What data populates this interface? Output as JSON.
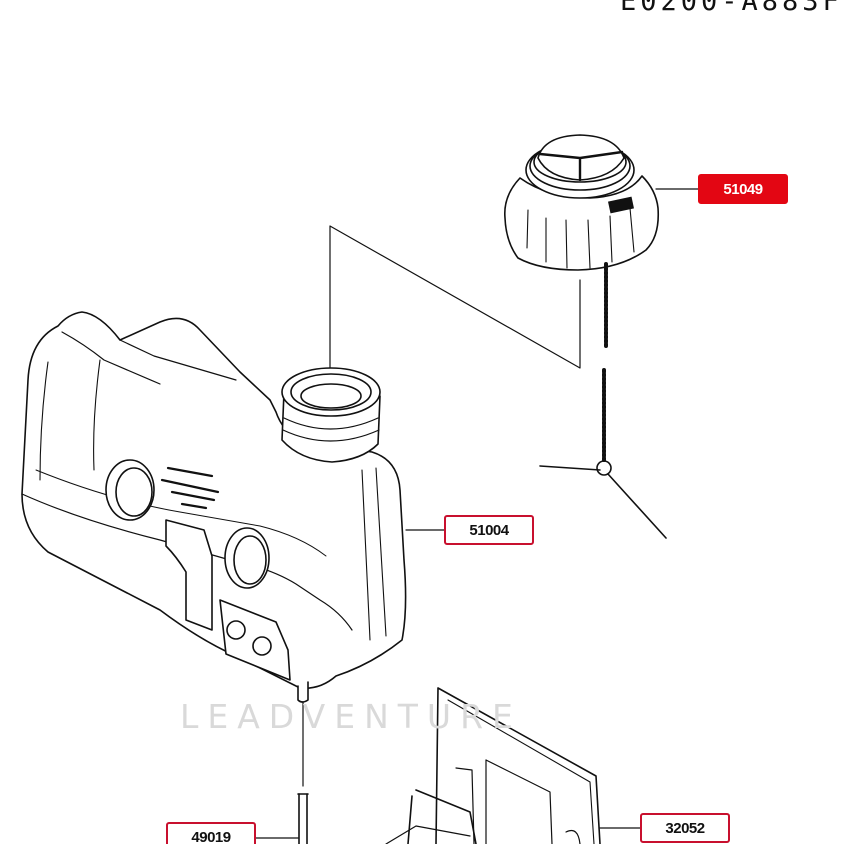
{
  "diagram": {
    "code": "E0200-A883F",
    "watermark": "LEADVENTURE"
  },
  "colors": {
    "callout_border": "#c8102e",
    "callout_active_fill": "#e30613",
    "line_art": "#111111"
  },
  "callouts": [
    {
      "part_number": "51049",
      "part": "fuel-cap",
      "highlighted": true
    },
    {
      "part_number": "51004",
      "part": "fuel-tank",
      "highlighted": false
    },
    {
      "part_number": "49019",
      "part": "fuel-line",
      "highlighted": false
    },
    {
      "part_number": "32052",
      "part": "bracket",
      "highlighted": false
    }
  ]
}
